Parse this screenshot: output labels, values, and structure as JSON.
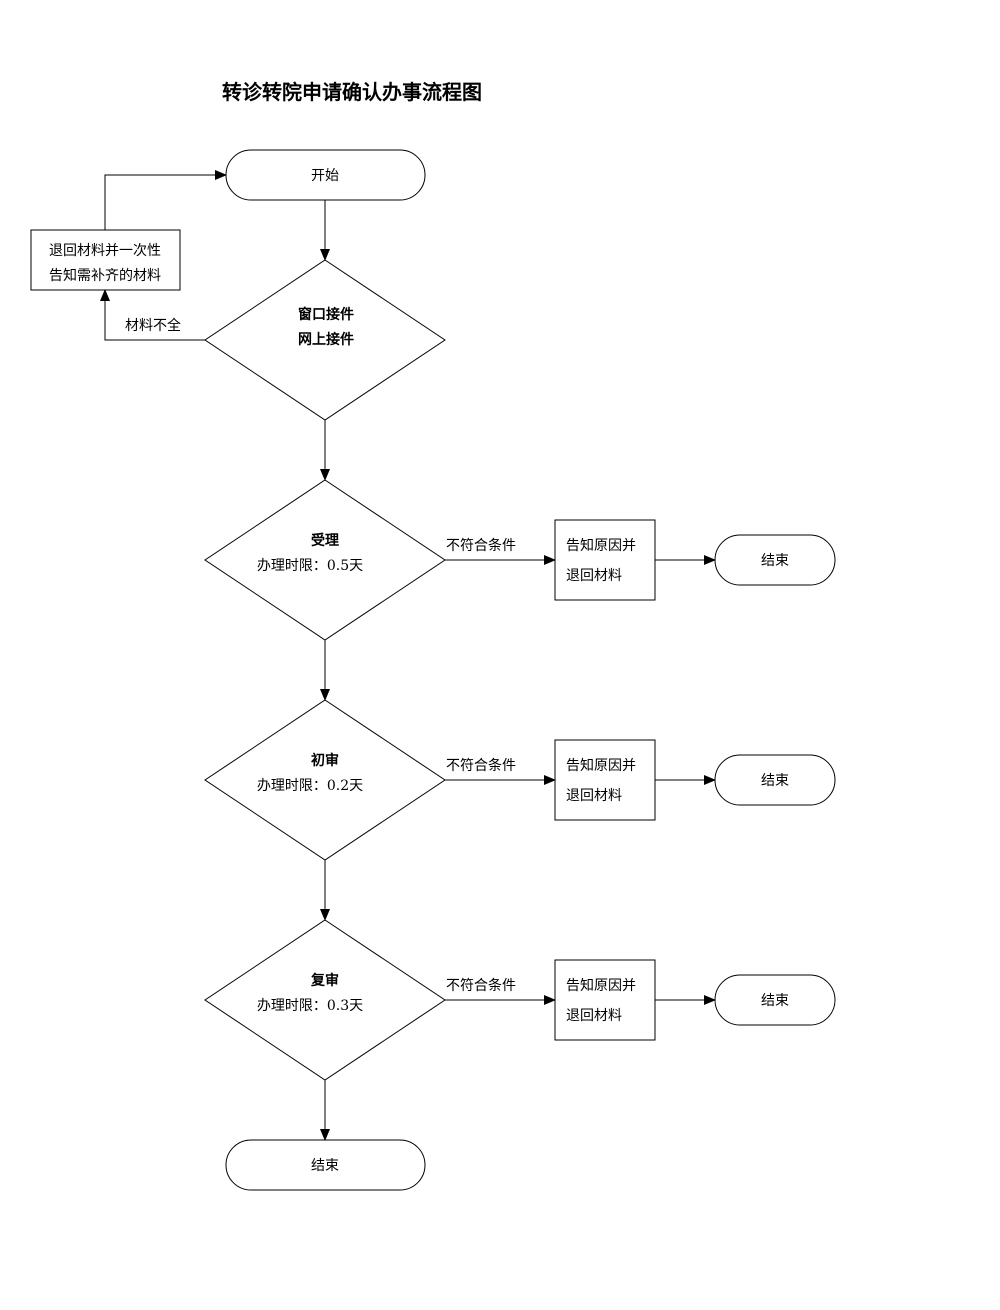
{
  "title": "转诊转院申请确认办事流程图",
  "nodes": {
    "start": "开始",
    "return_box": {
      "line1": "退回材料并一次性",
      "line2": "告知需补齐的材料"
    },
    "intake": {
      "line1": "窗口接件",
      "line2": "网上接件"
    },
    "accept": {
      "title": "受理",
      "time": "办理时限：0.5天"
    },
    "review1": {
      "title": "初审",
      "time": "办理时限：0.2天"
    },
    "review2": {
      "title": "复审",
      "time": "办理时限：0.3天"
    },
    "notify1": {
      "line1": "告知原因并",
      "line2": "退回材料"
    },
    "notify2": {
      "line1": "告知原因并",
      "line2": "退回材料"
    },
    "notify3": {
      "line1": "告知原因并",
      "line2": "退回材料"
    },
    "end1": "结束",
    "end2": "结束",
    "end3": "结束",
    "end_final": "结束"
  },
  "edges": {
    "incomplete": "材料不全",
    "fail1": "不符合条件",
    "fail2": "不符合条件",
    "fail3": "不符合条件"
  }
}
